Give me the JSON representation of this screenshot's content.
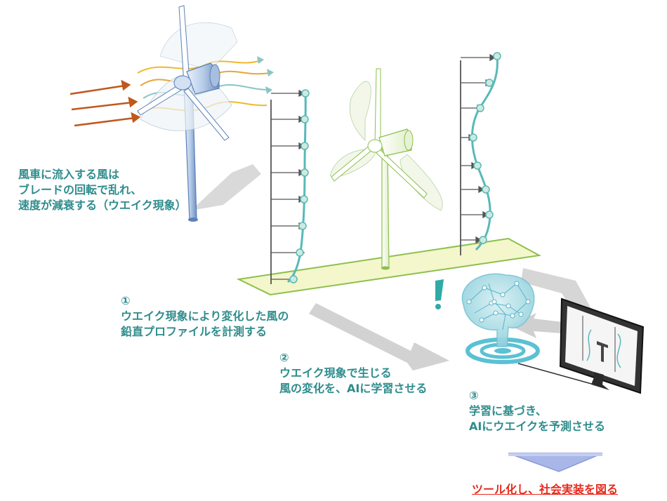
{
  "captions": {
    "wake_intro": [
      "風車に流入する風は",
      "ブレードの回転で乱れ、",
      "速度が減衰する（ウエイク現象）"
    ],
    "step1": [
      "①",
      "ウエイク現象により変化した風の",
      "鉛直プロファイルを計測する"
    ],
    "step2": [
      "②",
      "ウエイク現象で生じる",
      "風の変化を、AIに学習させる"
    ],
    "step3": [
      "③",
      "学習に基づき、",
      "AIにウエイクを予測させる"
    ]
  },
  "conclusion": "ツール化し、社会実装を図る",
  "colors": {
    "teal_text": "#2f8c8c",
    "red_text": "#e8291c",
    "wind_arrow": "#c0581d",
    "profile_line": "#5ab8b8",
    "turbine_blue": "#5c80b8",
    "turbine_green": "#8cc04c",
    "ground_plate": "#f4f6cc",
    "shadow": "#cccccc"
  },
  "icons": [
    "wind-turbine-icon",
    "ai-brain-icon",
    "monitor-icon",
    "exclamation-icon"
  ]
}
